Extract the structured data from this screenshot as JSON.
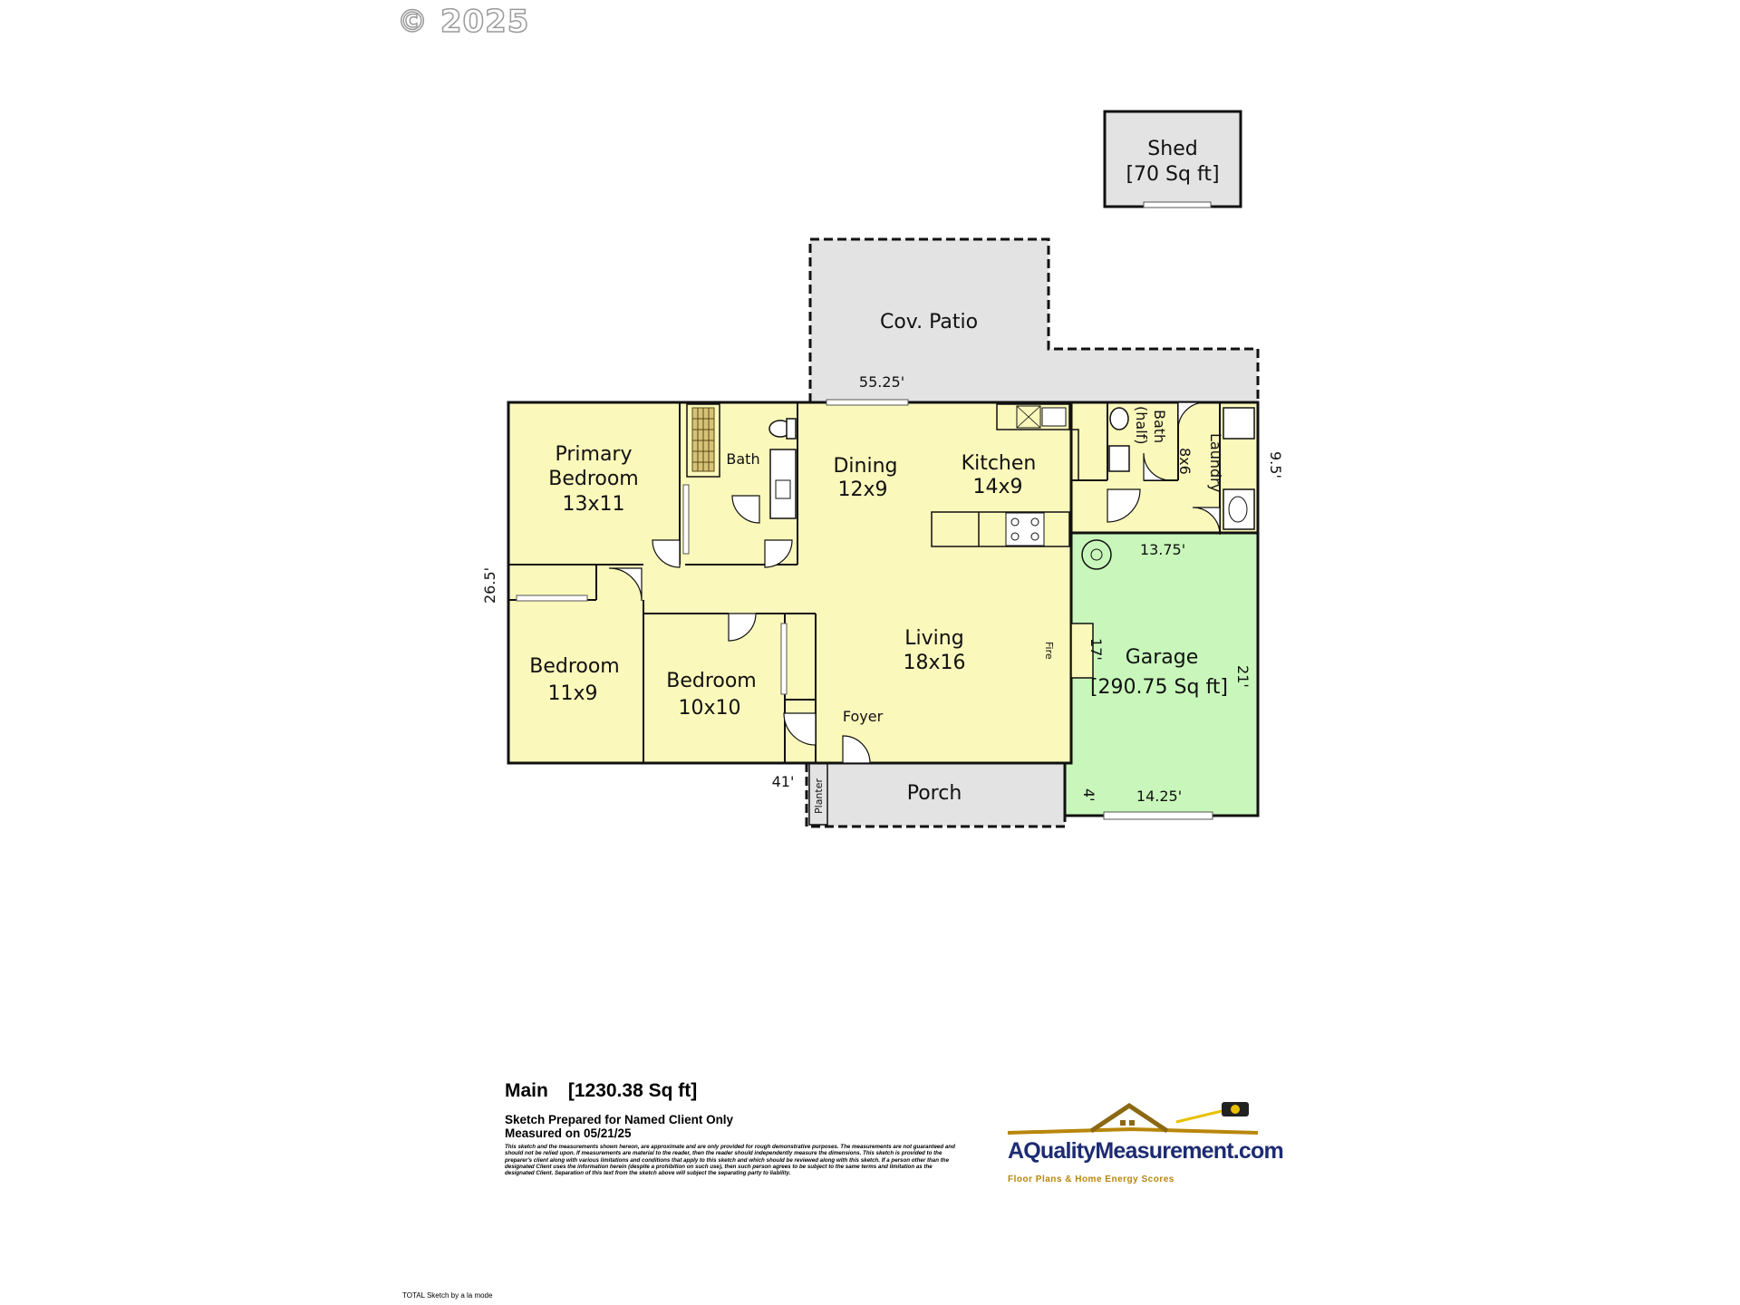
{
  "copyright": "© 2025",
  "rooms": {
    "shed": "Shed",
    "shed_area": "[70 Sq ft]",
    "cov_patio": "Cov. Patio",
    "primary_bedroom_1": "Primary",
    "primary_bedroom_2": "Bedroom",
    "primary_bedroom_3": "13x11",
    "bath": "Bath",
    "dining": "Dining",
    "dining_size": "12x9",
    "kitchen": "Kitchen",
    "kitchen_size": "14x9",
    "half_bath_1": "Bath",
    "half_bath_2": "(half)",
    "laundry": "Laundry",
    "laundry_size": "8x6",
    "bedroom_a": "Bedroom",
    "bedroom_a_size": "11x9",
    "bedroom_b": "Bedroom",
    "bedroom_b_size": "10x10",
    "living": "Living",
    "living_size": "18x16",
    "foyer": "Foyer",
    "fire": "Fire",
    "garage": "Garage",
    "garage_area": "[290.75 Sq ft]",
    "porch": "Porch",
    "planter": "Planter"
  },
  "dimensions": {
    "top": "55.25'",
    "right": "9.5'",
    "left": "26.5'",
    "bottom": "41'",
    "garage_top": "13.75'",
    "garage_bottom": "14.25'",
    "garage_side": "21'",
    "garage_inner": "17'",
    "garage_step": "4'"
  },
  "footer": {
    "main_label": "Main",
    "main_area": "[1230.38 Sq ft]",
    "prepared": "Sketch Prepared for Named Client Only",
    "measured": "Measured on 05/21/25",
    "disclaimer": "This sketch and the measurements shown hereon, are approximate and are only provided for rough demonstrative purposes. The measurements are not guaranteed and should not be relied upon. If measurements are material to the reader, then the reader should independently measure the dimensions. This sketch is provided to the preparer's client along with various limitations and conditions that apply to this sketch and which should be reviewed along with this sketch. If a person other than the designated Client uses the information herein (despite a prohibition on such use), then such person agrees to be subject to the same terms and limitation as the designated Client. Separation of this text from the sketch above will subject the separating party to liability.",
    "credit": "TOTAL Sketch by a la mode"
  },
  "logo": {
    "site": "AQualityMeasurement.com",
    "tagline": "Floor Plans & Home Energy Scores"
  },
  "colors": {
    "house": "#fbf8bb",
    "garage": "#c9f7bb",
    "exterior": "#e3e3e3",
    "wall": "#111111"
  }
}
